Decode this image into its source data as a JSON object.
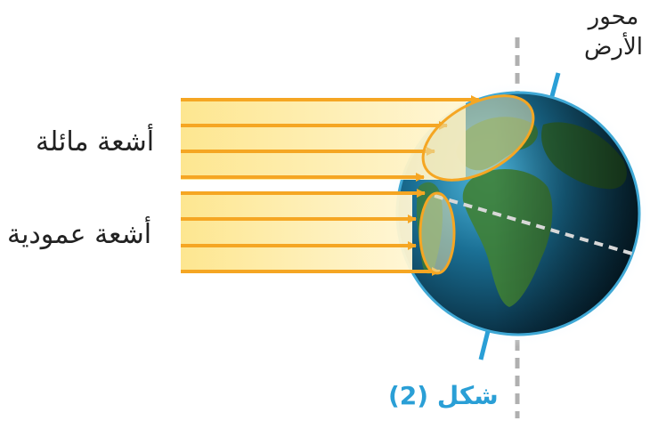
{
  "labels": {
    "oblique_rays": "أشعة مائلة",
    "vertical_rays": "أشعة عمودية",
    "axis_line1": "محور",
    "axis_line2": "الأرض",
    "caption": "شكل (2)"
  },
  "colors": {
    "ray_band": "#fbe7a1",
    "ray_line": "#f5a623",
    "ocean_dark": "#0d3850",
    "ocean_light": "#3aa6d0",
    "land": "#4a8a3a",
    "glow": "#bfe6f5",
    "axis_solid": "#2a9fd6",
    "axis_dashed": "#b0b0b0",
    "caption": "#2a9fd6"
  },
  "icons": {
    "earth": "earth-globe-icon",
    "arrow": "arrow-right-icon"
  },
  "ray_count": 8
}
